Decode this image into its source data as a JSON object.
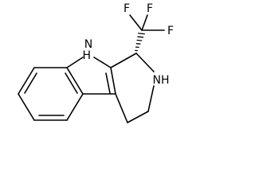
{
  "molecule": {
    "atoms": {
      "nh_indole": "N\nH",
      "nh_ring": "NH",
      "f_top": "F",
      "f_top_left": "F",
      "f_right": "F"
    },
    "stereo_bond": "hashed-wedge"
  }
}
